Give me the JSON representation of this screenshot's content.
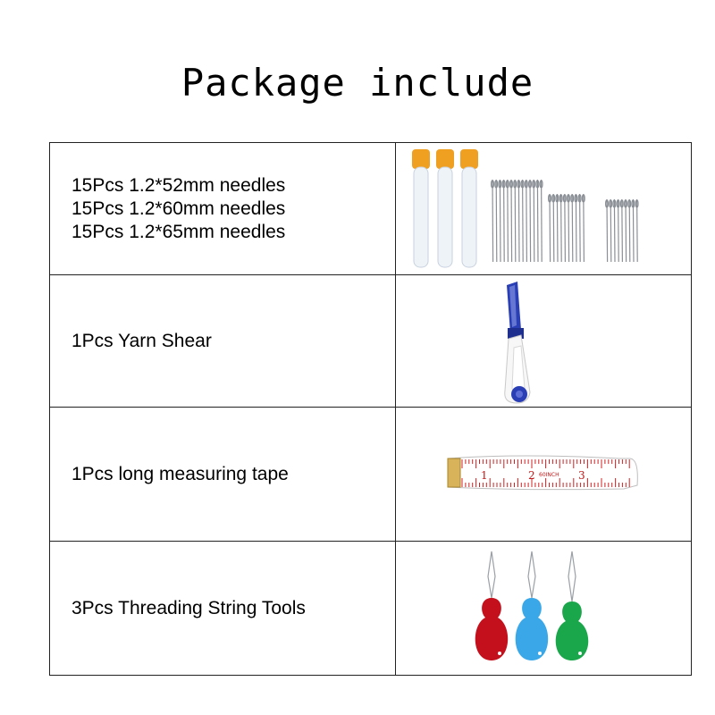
{
  "title": "Package include",
  "rows": [
    {
      "lines": [
        "15Pcs  1.2*52mm needles",
        "15Pcs  1.2*60mm needles",
        "15Pcs  1.2*65mm needles"
      ],
      "image": "needles-with-tubes"
    },
    {
      "lines": [
        "1Pcs  Yarn Shear"
      ],
      "image": "yarn-shear"
    },
    {
      "lines": [
        "1Pcs  long measuring tape"
      ],
      "image": "measuring-tape"
    },
    {
      "lines": [
        "3Pcs Threading String Tools"
      ],
      "image": "threading-tools"
    }
  ],
  "tape": {
    "marks": [
      "1",
      "2",
      "3"
    ],
    "label": "60INCH"
  },
  "colors": {
    "cap": "#f0a020",
    "shear": "#2a3fb5",
    "tool_red": "#c4101c",
    "tool_blue": "#3aa8e8",
    "tool_green": "#1aa64a"
  }
}
